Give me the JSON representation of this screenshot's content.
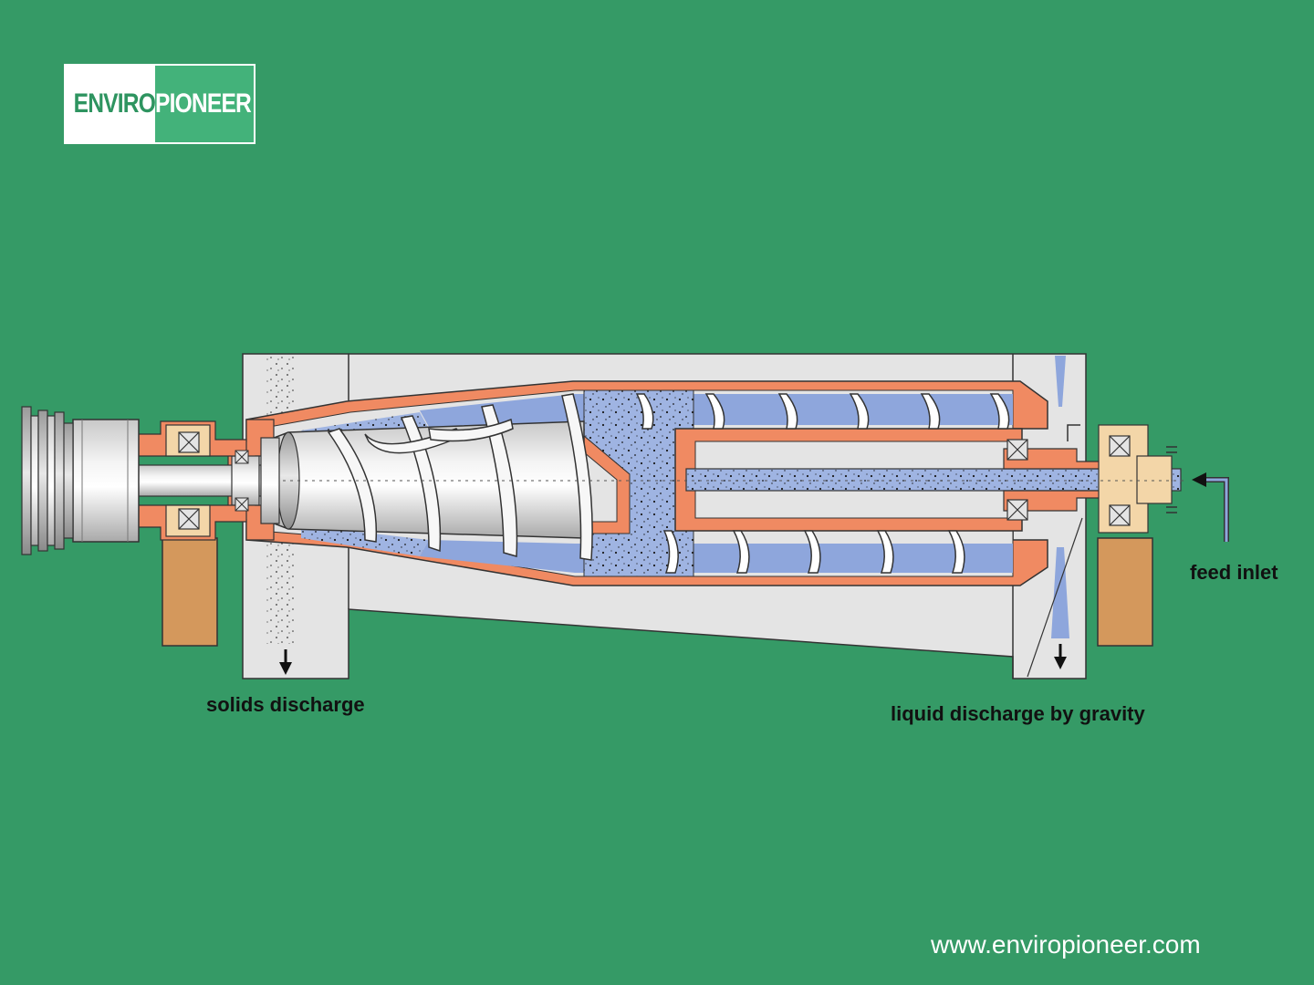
{
  "logo": {
    "left": "ENVIRO",
    "right": "PIONEER"
  },
  "labels": {
    "solids_discharge": "solids discharge",
    "liquid_discharge": "liquid discharge by gravity",
    "feed_inlet": "feed inlet"
  },
  "footer": {
    "url": "www.enviropioneer.com"
  },
  "colors": {
    "background": "#359a66",
    "housing": "#e4e4e4",
    "bowl_wall": "#f08a62",
    "liquid": "#8ea6dc",
    "solids": "#9fb4e2",
    "bearing_block": "#f3d6a8",
    "foundation": "#d4985c"
  }
}
